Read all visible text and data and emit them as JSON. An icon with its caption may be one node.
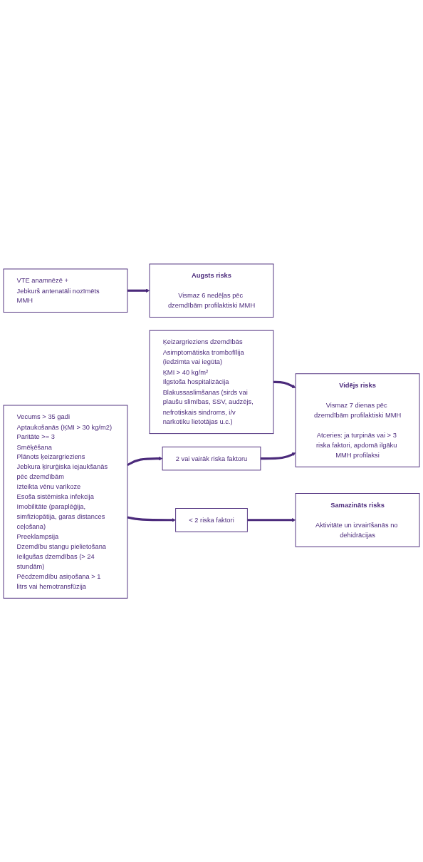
{
  "diagram": {
    "nodes": [
      {
        "text": [
          "VTE anamnēzē +",
          "Jebkurš antenatāli nozīmēts MMH"
        ]
      },
      {
        "text": [
          "Augsts risks",
          "Vismaz 6 nedēļas pēc dzemdībām profilaktiski MMH"
        ]
      },
      {
        "text": [
          "Ķeizargrieziens dzemdībās",
          "Asimptomātiska trombofīlija (iedzimta vai iegūta)",
          "ĶMI > 40 kg/m²",
          "Ilgstoša hospitalizācija",
          "Blakussaslimšanas (sirds vai plaušu slimības, SSV, audzējs, nefrotiskais sindroms, i/v narkotiku lietotājas u.c.)"
        ]
      },
      {
        "text": [
          "Vidējs risks",
          "Vismaz 7 dienas pēc dzemdībām profilaktiski MMH",
          "Atceries: ja turpinās vai > 3 riska faktori, apdomā ilgāku MMH profilaksi"
        ]
      },
      {
        "text": [
          "Vecums > 35 gadi",
          "Aptaukošanās (ĶMI > 30 kg/m2)",
          "Paritāte >= 3",
          "Smēķēšana",
          "Plānots ķeizargrieziens",
          "Jebkura ķirurģiska iejaukšanās pēc dzemdībām",
          "Izteikta vēnu varikoze",
          "Esoša sistēmiska infekcija",
          "Imobilitāte (paraplēģija, simfiziopātija, garas distances ceļošana)",
          "Preeklampsija",
          "Dzemdību stangu pielietošana",
          "Ieilgušas dzemdības (> 24 stundām)",
          "Pēcdzemdību asiņošana > 1 litrs vai hemotransfūzija"
        ]
      },
      {
        "text": [
          "2 vai vairāk riska faktoru"
        ]
      },
      {
        "text": [
          "< 2 riska faktori"
        ]
      },
      {
        "text": [
          "Samazināts risks",
          "Aktivitāte un izvairīšanās no dehidrācijas"
        ]
      }
    ],
    "edges": [
      {
        "from": 0,
        "to": 1,
        "arrow": "to"
      },
      {
        "from": 2,
        "to": 3,
        "arrow": "to"
      },
      {
        "from": 4,
        "to": 5,
        "arrow": "to"
      },
      {
        "from": 4,
        "to": 6,
        "arrow": "to"
      },
      {
        "from": 5,
        "to": 3,
        "arrow": "to"
      },
      {
        "from": 6,
        "to": 7,
        "arrow": "to"
      }
    ]
  }
}
